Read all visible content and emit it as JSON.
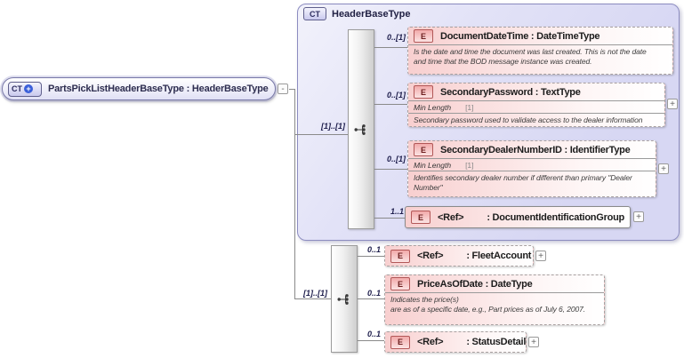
{
  "root": {
    "badge": "CT",
    "badge_plus": "+",
    "label": "PartsPickListHeaderBaseType : HeaderBaseType",
    "collapse_glyph": "-"
  },
  "header_box": {
    "badge": "CT",
    "title": "HeaderBaseType",
    "cardinality": "[1]..[1]",
    "children": [
      {
        "badge": "E",
        "cardinality": "0..[1]",
        "label": "DocumentDateTime : DateTimeType",
        "annotation": "Is the date and time the document was last created. This is not the date\nand time that the BOD message instance was created."
      },
      {
        "badge": "E",
        "cardinality": "0..[1]",
        "label": "SecondaryPassword : TextType",
        "facet_name": "Min Length",
        "facet_value": "[1]",
        "annotation": "Secondary password used to validate access to the dealer information",
        "expand_glyph": "+"
      },
      {
        "badge": "E",
        "cardinality": "0..[1]",
        "label": "SecondaryDealerNumberID : IdentifierType",
        "facet_name": "Min Length",
        "facet_value": "[1]",
        "annotation": "Identifies secondary dealer number if different than primary \"Dealer\nNumber\"",
        "expand_glyph": "+"
      },
      {
        "badge": "E",
        "cardinality": "1..1",
        "ref_label": "<Ref>",
        "type_label": ": DocumentIdentificationGroup",
        "expand_glyph": "+"
      }
    ]
  },
  "lower_group": {
    "cardinality": "[1]..[1]",
    "children": [
      {
        "badge": "E",
        "cardinality": "0..1",
        "ref_label": "<Ref>",
        "type_label": ": FleetAccount",
        "expand_glyph": "+"
      },
      {
        "badge": "E",
        "cardinality": "0..1",
        "label": "PriceAsOfDate : DateType",
        "annotation": "Indicates the price(s)\nare as of a specific date, e.g., Part prices as of July 6, 2007."
      },
      {
        "badge": "E",
        "cardinality": "0..1",
        "ref_label": "<Ref>",
        "type_label": ": StatusDetail",
        "expand_glyph": "+"
      }
    ]
  },
  "colors": {
    "container_fill": "#dcdcf4",
    "container_border": "#8c8cc0",
    "element_fill": "#f8cfcf",
    "element_border": "#b25858"
  }
}
